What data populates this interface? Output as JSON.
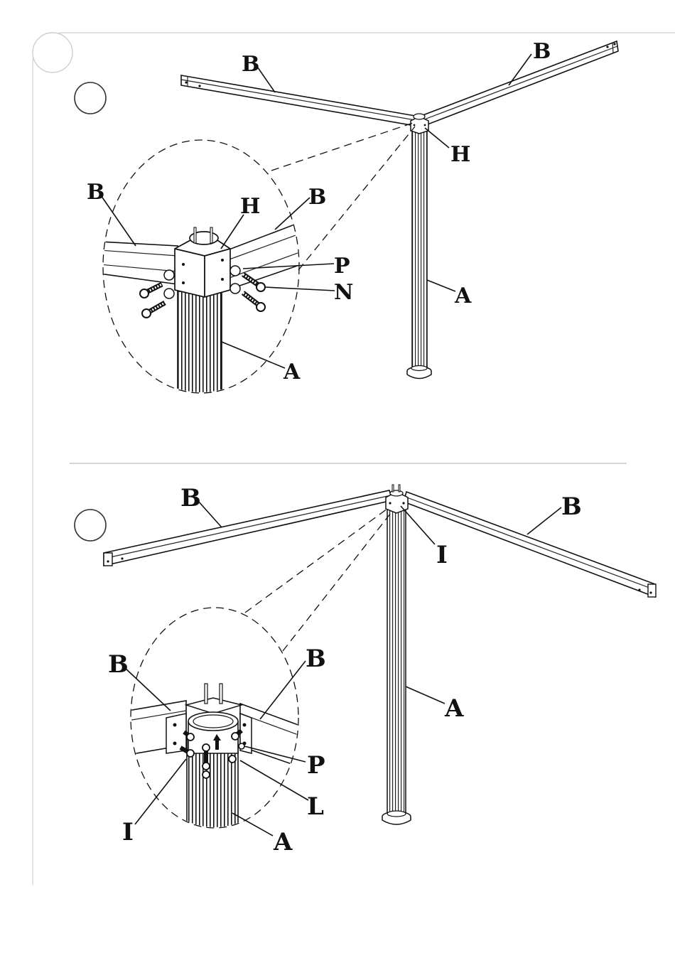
{
  "step1": {
    "labels": {
      "beam_left": "B",
      "beam_right": "B",
      "hub": "H",
      "post": "A",
      "detail_beam_left": "B",
      "detail_beam_right": "B",
      "detail_hub": "H",
      "washer": "P",
      "bolt": "N",
      "detail_post": "A"
    }
  },
  "step2": {
    "labels": {
      "beam_left": "B",
      "beam_right": "B",
      "hub": "I",
      "post": "A",
      "detail_beam_left": "B",
      "detail_beam_right": "B",
      "washer": "P",
      "nut": "L",
      "detail_bolt": "I",
      "detail_post": "A"
    }
  }
}
